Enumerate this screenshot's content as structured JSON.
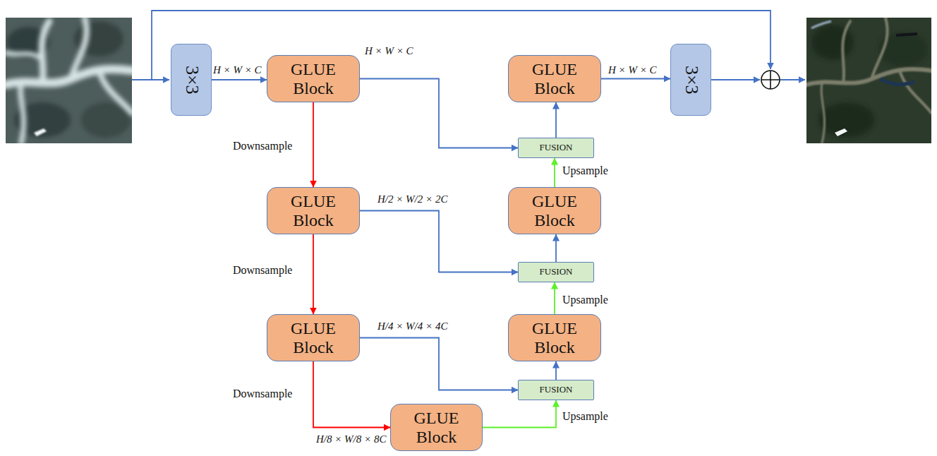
{
  "diagram": {
    "nodes": [
      {
        "text": [
          "3×3"
        ]
      },
      {
        "text": [
          "GLUE Block"
        ]
      },
      {
        "text": [
          "GLUE Block"
        ]
      },
      {
        "text": [
          "3×3"
        ]
      },
      {
        "text": [
          "FUSION"
        ]
      },
      {
        "text": [
          "GLUE Block"
        ]
      },
      {
        "text": [
          "GLUE Block"
        ]
      },
      {
        "text": [
          "FUSION"
        ]
      },
      {
        "text": [
          "GLUE Block"
        ]
      },
      {
        "text": [
          "GLUE Block"
        ]
      },
      {
        "text": [
          "FUSION"
        ]
      },
      {
        "text": [
          "GLUE Block"
        ]
      }
    ],
    "edges": [
      {
        "from": 0,
        "to": 1,
        "arrow": "to"
      },
      {
        "from": 1,
        "to": 4,
        "arrow": "to"
      },
      {
        "from": 4,
        "to": 2,
        "arrow": "to"
      },
      {
        "from": 2,
        "to": 3,
        "arrow": "to"
      },
      {
        "from": 1,
        "to": 5,
        "label": "Downsample",
        "arrow": "to"
      },
      {
        "from": 5,
        "to": 7,
        "arrow": "to"
      },
      {
        "from": 7,
        "to": 6,
        "arrow": "to"
      },
      {
        "from": 6,
        "to": 4,
        "label": "Upsample",
        "arrow": "to"
      },
      {
        "from": 5,
        "to": 8,
        "label": "Downsample",
        "arrow": "to"
      },
      {
        "from": 8,
        "to": 10,
        "arrow": "to"
      },
      {
        "from": 10,
        "to": 9,
        "arrow": "to"
      },
      {
        "from": 9,
        "to": 7,
        "label": "Upsample",
        "arrow": "to"
      },
      {
        "from": 8,
        "to": 11,
        "label": "Downsample",
        "arrow": "to"
      },
      {
        "from": 11,
        "to": 10,
        "label": "Upsample",
        "arrow": "to"
      }
    ],
    "labels": [
      "H × W × C",
      "H × W × C",
      "H × W × C",
      "H/2 × W/2 × 2C",
      "H/4 × W/4 × 4C",
      "H/8 × W/8 × 8C"
    ]
  }
}
